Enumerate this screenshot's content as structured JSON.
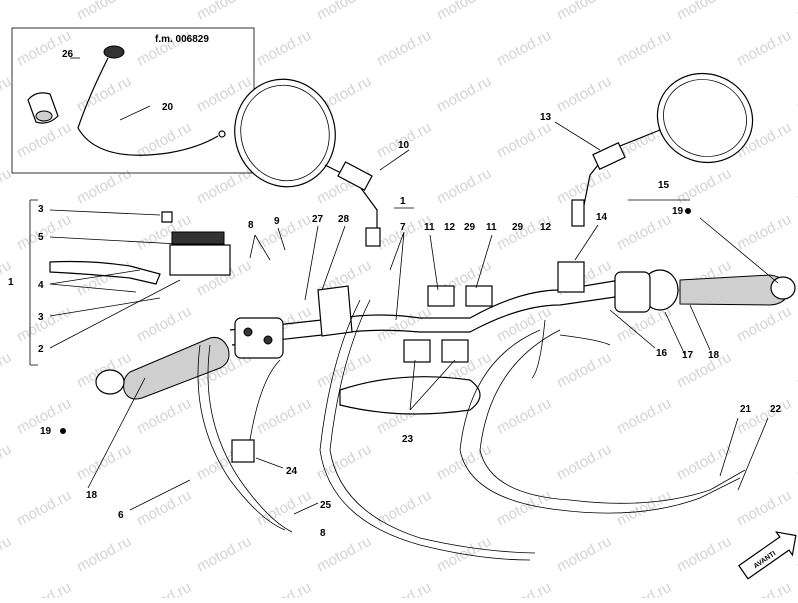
{
  "figure_code": "f.m. 006829",
  "watermark": "motod.ru",
  "direction_label": "AVANTI",
  "callouts": [
    "26",
    "20",
    "10",
    "13",
    "15",
    "19",
    "1",
    "3",
    "5",
    "4",
    "3",
    "2",
    "8",
    "9",
    "27",
    "28",
    "1",
    "7",
    "11",
    "12",
    "29",
    "11",
    "29",
    "12",
    "14",
    "16",
    "17",
    "18",
    "19",
    "18",
    "6",
    "24",
    "25",
    "8",
    "23",
    "21",
    "22"
  ]
}
